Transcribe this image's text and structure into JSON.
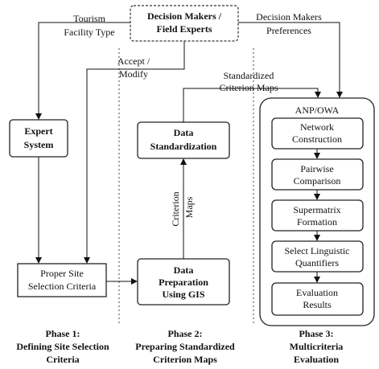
{
  "nodes": {
    "decision_makers": {
      "line1": "Decision Makers /",
      "line2": "Field Experts"
    },
    "expert_system": {
      "line1": "Expert",
      "line2": "System"
    },
    "data_standardization": {
      "line1": "Data",
      "line2": "Standardization"
    },
    "proper_site": {
      "line1": "Proper Site",
      "line2": "Selection Criteria"
    },
    "data_preparation": {
      "line1": "Data",
      "line2": "Preparation",
      "line3": "Using GIS"
    },
    "anp_owa": {
      "title": "ANP/OWA"
    },
    "network_construction": {
      "line1": "Network",
      "line2": "Construction"
    },
    "pairwise_comparison": {
      "line1": "Pairwise",
      "line2": "Comparison"
    },
    "supermatrix_formation": {
      "line1": "Supermatrix",
      "line2": "Formation"
    },
    "select_linguistic": {
      "line1": "Select Linguistic",
      "line2": "Quantifiers"
    },
    "evaluation_results": {
      "line1": "Evaluation",
      "line2": "Results"
    }
  },
  "edge_labels": {
    "tourism": {
      "line1": "Tourism",
      "line2": "Facility Type"
    },
    "dm_preferences": {
      "line1": "Decision Makers",
      "line2": "Preferences"
    },
    "accept_modify": {
      "line1": "Accept /",
      "line2": "Modify"
    },
    "standardized_maps": {
      "line1": "Standardized",
      "line2": "Criterion Maps"
    },
    "criterion_maps": {
      "line1": "Criterion",
      "line2": "Maps"
    }
  },
  "phases": {
    "phase1": {
      "line1": "Phase 1:",
      "line2": "Defining Site Selection",
      "line3": "Criteria"
    },
    "phase2": {
      "line1": "Phase 2:",
      "line2": "Preparing Standardized",
      "line3": "Criterion Maps"
    },
    "phase3": {
      "line1": "Phase 3:",
      "line2": "Multicriteria",
      "line3": "Evaluation"
    }
  }
}
